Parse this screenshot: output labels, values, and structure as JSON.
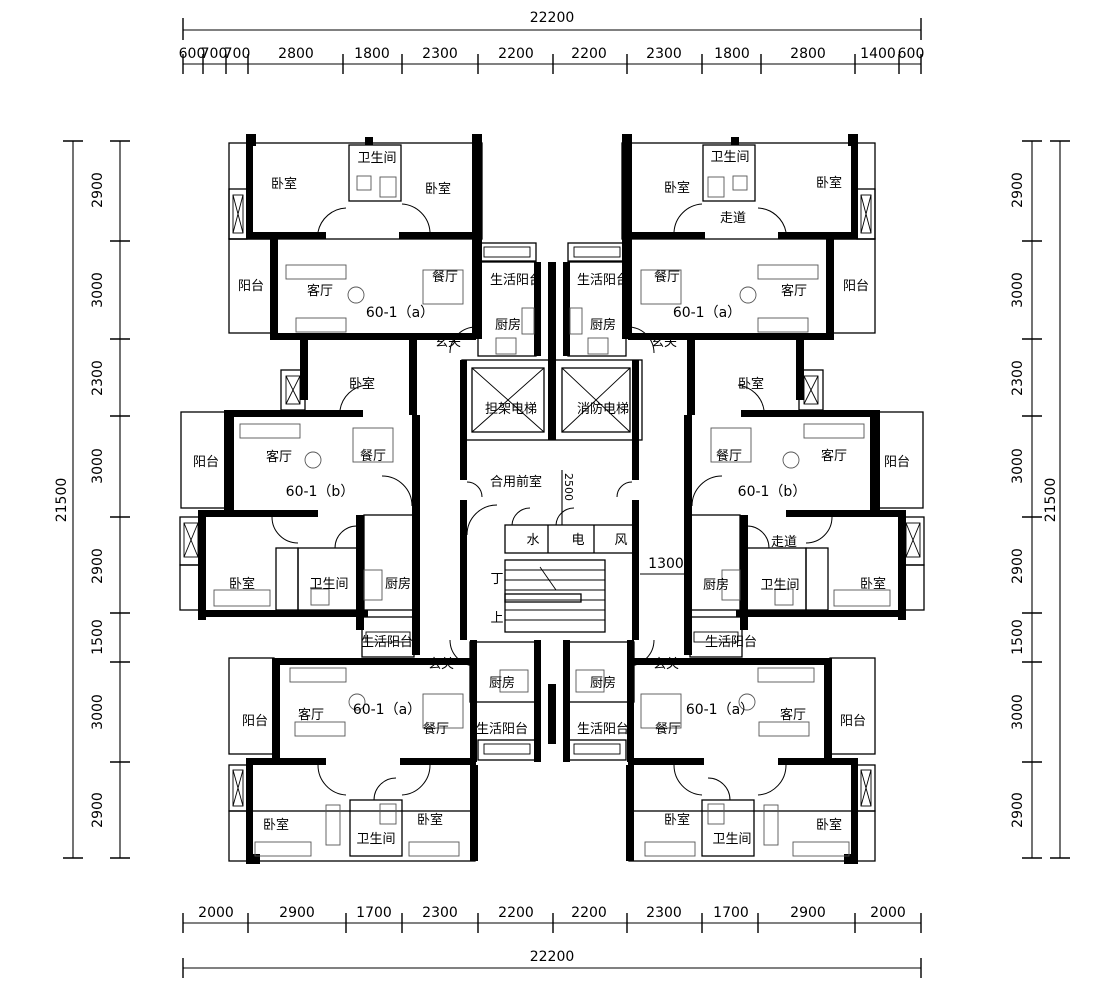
{
  "dimensions": {
    "top_total": "22200",
    "top_segments": [
      "600",
      "700",
      "700",
      "2800",
      "1800",
      "2300",
      "2200",
      "2200",
      "2300",
      "1800",
      "2800",
      "1400",
      "600"
    ],
    "bottom_total": "22200",
    "bottom_segments": [
      "2000",
      "2900",
      "1700",
      "2300",
      "2200",
      "2200",
      "2300",
      "1700",
      "2900",
      "2000"
    ],
    "left_total": "21500",
    "left_segments": [
      "2900",
      "3000",
      "2300",
      "3000",
      "2900",
      "1500",
      "3000",
      "2900"
    ],
    "right_total": "21500",
    "right_segments": [
      "2900",
      "3000",
      "2300",
      "3000",
      "2900",
      "1500",
      "3000",
      "2900"
    ],
    "corridor_width": "2500",
    "stair_gap": "1300"
  },
  "rooms": {
    "bedroom": "卧室",
    "bathroom": "卫生间",
    "living": "客厅",
    "dining": "餐厅",
    "balcony": "阳台",
    "kitchen": "厨房",
    "service_balcony": "生活阳台",
    "entry": "玄关",
    "hallway": "走道",
    "stretcher_elevator": "担架电梯",
    "fire_elevator": "消防电梯",
    "shared_lobby": "合用前室",
    "water": "水",
    "electric": "电",
    "wind": "风"
  },
  "unit_labels": {
    "a": "60-1（a）",
    "b": "60-1（b）"
  },
  "stair_marks": {
    "up": "丁",
    "down": "上"
  }
}
